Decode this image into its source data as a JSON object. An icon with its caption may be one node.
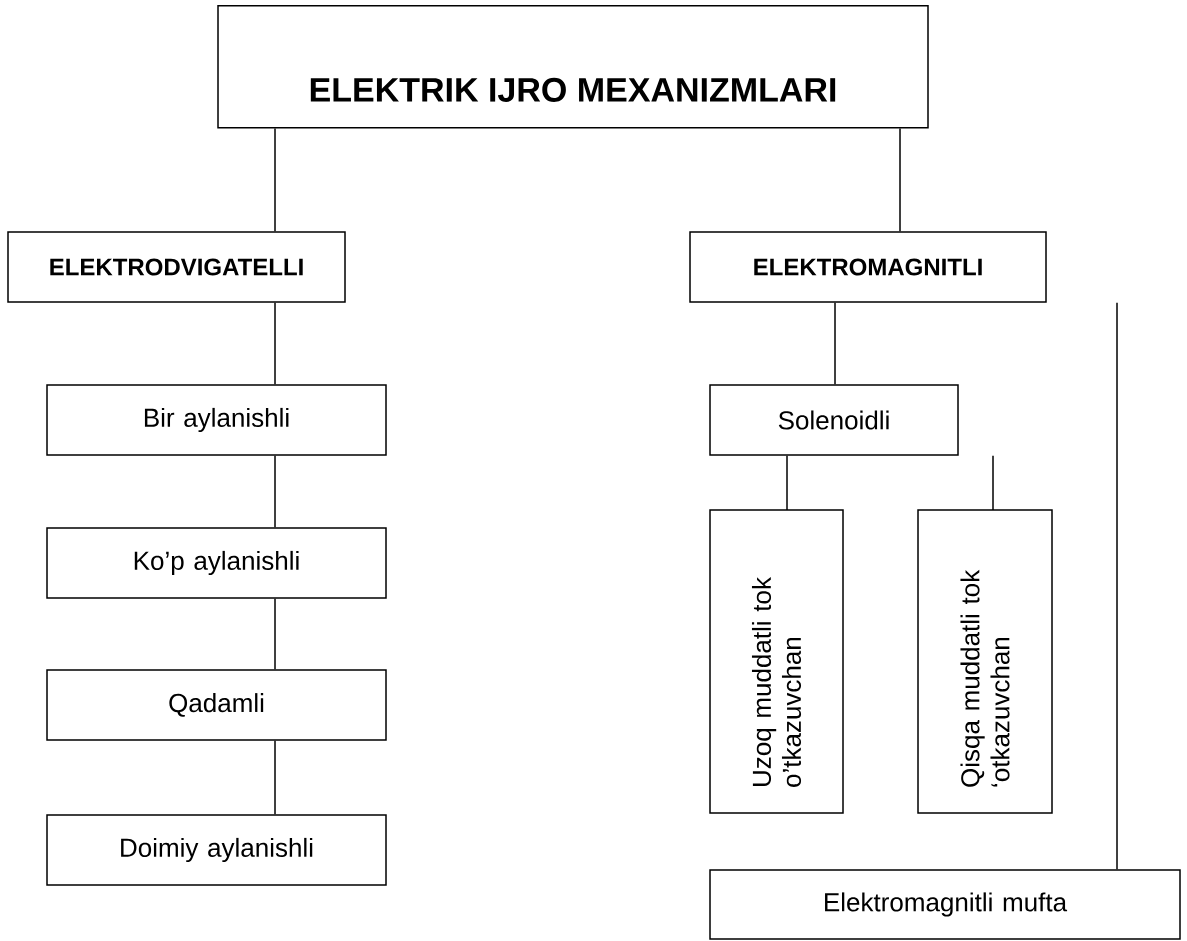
{
  "diagram": {
    "nodes": [
      {
        "text": [
          "ELEKTRIK IJRO MEXANIZMLARI"
        ]
      },
      {
        "text": [
          "ELEKTRODVIGATELLI"
        ]
      },
      {
        "text": [
          "ELEKTROMAGNITLI"
        ]
      },
      {
        "text": [
          "Bir aylanishli"
        ]
      },
      {
        "text": [
          "Ko’p aylanishli"
        ]
      },
      {
        "text": [
          "Qadamli"
        ]
      },
      {
        "text": [
          "Doimiy aylanishli"
        ]
      },
      {
        "text": [
          "Solenoidli"
        ]
      },
      {
        "text": [
          "Uzoq muddatli tok o’tkazuvchan"
        ]
      },
      {
        "text": [
          "Qisqa muddatli tok ‘otkazuvchan"
        ]
      },
      {
        "text": [
          "Elektromagnitli mufta"
        ]
      }
    ],
    "edges": [
      {
        "from": 0,
        "to": 1,
        "arrow": "none"
      },
      {
        "from": 0,
        "to": 2,
        "arrow": "none"
      },
      {
        "from": 1,
        "to": 3,
        "arrow": "none"
      },
      {
        "from": 3,
        "to": 4,
        "arrow": "none"
      },
      {
        "from": 4,
        "to": 5,
        "arrow": "none"
      },
      {
        "from": 5,
        "to": 6,
        "arrow": "none"
      },
      {
        "from": 2,
        "to": 7,
        "arrow": "none"
      },
      {
        "from": 7,
        "to": 8,
        "arrow": "none"
      },
      {
        "from": 7,
        "to": 9,
        "arrow": "none"
      },
      {
        "from": 2,
        "to": 10,
        "arrow": "none"
      }
    ]
  }
}
